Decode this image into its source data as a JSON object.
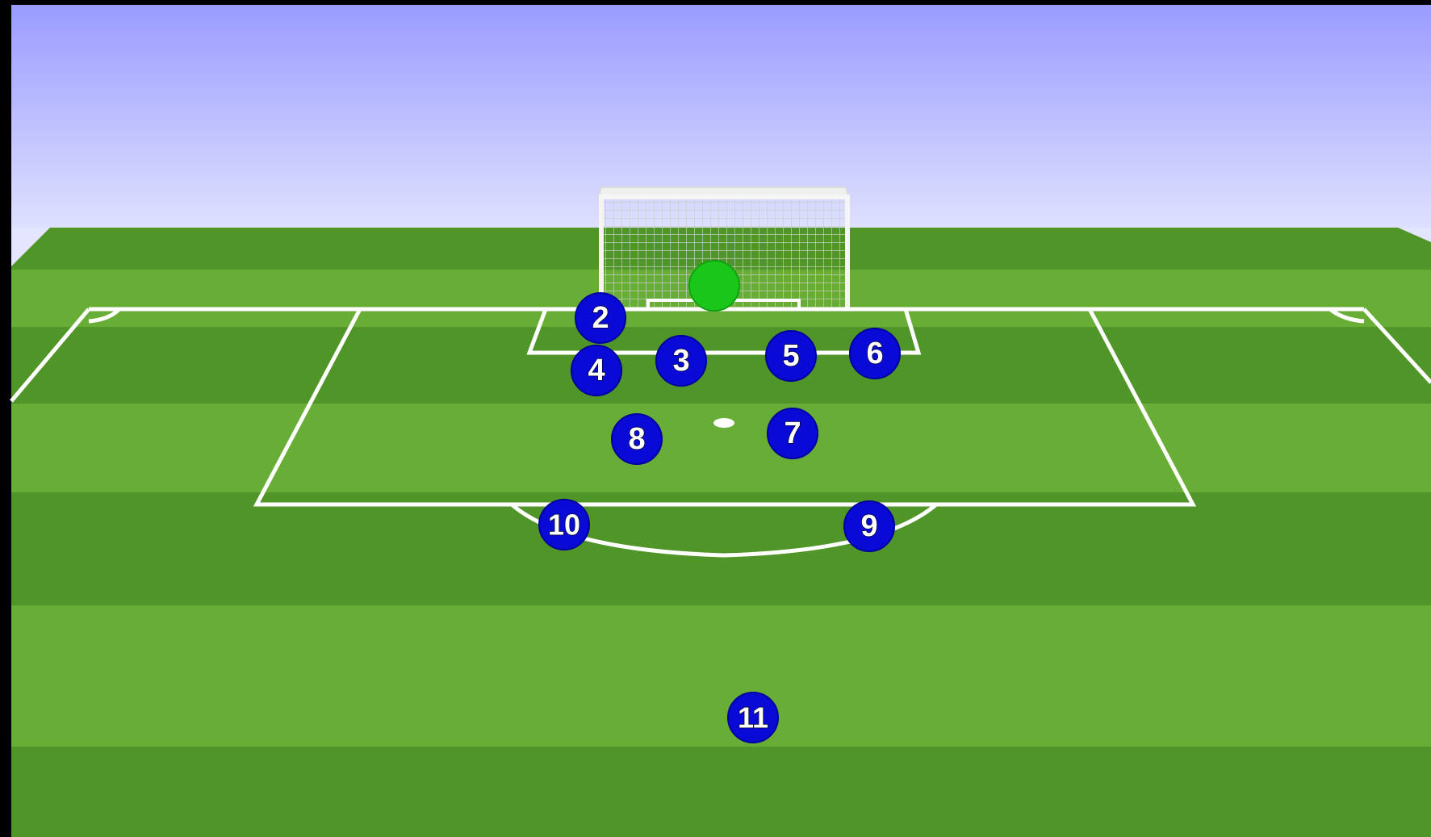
{
  "diagram": {
    "colors": {
      "frame": "#000000",
      "sky_top": "#9a9cff",
      "sky_bottom": "#e4e6ff",
      "grass_light": "#68ad36",
      "grass_dark": "#4f9527",
      "lines": "#ffffff",
      "player_fill": "#0a0ad6",
      "player_text": "#ffffff",
      "goalkeeper_fill": "#19c719",
      "goal_net": "#e9ece9"
    },
    "players": [
      {
        "number": "2",
        "role": "attacker"
      },
      {
        "number": "3",
        "role": "attacker"
      },
      {
        "number": "4",
        "role": "attacker"
      },
      {
        "number": "5",
        "role": "attacker"
      },
      {
        "number": "6",
        "role": "attacker"
      },
      {
        "number": "7",
        "role": "attacker"
      },
      {
        "number": "8",
        "role": "attacker"
      },
      {
        "number": "9",
        "role": "attacker"
      },
      {
        "number": "10",
        "role": "attacker"
      },
      {
        "number": "11",
        "role": "attacker"
      }
    ],
    "goalkeeper": {
      "number": "",
      "role": "goalkeeper"
    }
  }
}
